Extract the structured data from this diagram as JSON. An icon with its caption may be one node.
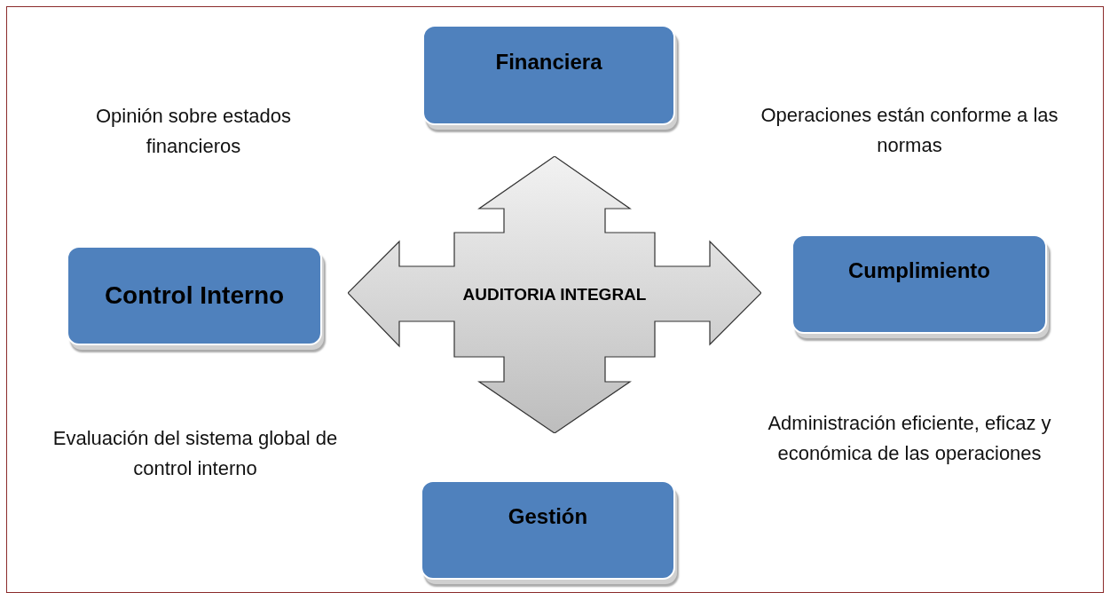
{
  "diagram": {
    "nodes": [
      {
        "text": [
          "Financiera"
        ]
      },
      {
        "text": [
          "Control Interno"
        ]
      },
      {
        "text": [
          "AUDITORIA INTEGRAL"
        ]
      },
      {
        "text": [
          "Cumplimiento"
        ]
      },
      {
        "text": [
          "Gestión"
        ]
      }
    ],
    "labels": [
      "Opinión sobre estados financieros",
      "Operaciones están conforme a las normas",
      "Evaluación del sistema global de control interno",
      "Administración eficiente, eficaz y económica de las operaciones"
    ]
  }
}
